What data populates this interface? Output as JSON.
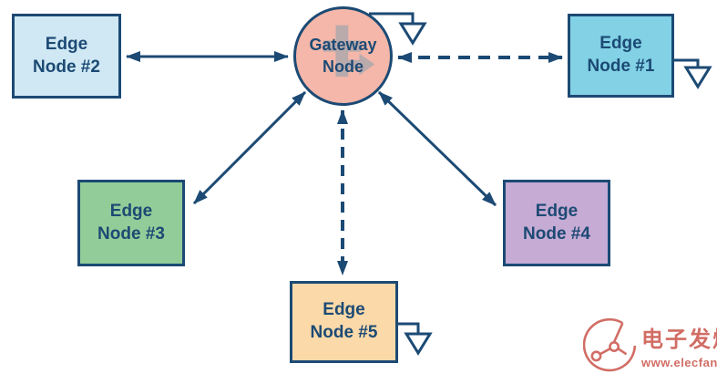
{
  "diagram": {
    "gateway": {
      "line1": "Gateway",
      "line2": "Node"
    },
    "edge_nodes": [
      {
        "id": "edge-node-2",
        "line1": "Edge",
        "line2": "Node #2",
        "fill": "#cfe8f3",
        "antenna": false
      },
      {
        "id": "edge-node-1",
        "line1": "Edge",
        "line2": "Node #1",
        "fill": "#82d1e5",
        "antenna": true
      },
      {
        "id": "edge-node-3",
        "line1": "Edge",
        "line2": "Node #3",
        "fill": "#92cd99",
        "antenna": false
      },
      {
        "id": "edge-node-4",
        "line1": "Edge",
        "line2": "Node #4",
        "fill": "#c6abd4",
        "antenna": false
      },
      {
        "id": "edge-node-5",
        "line1": "Edge",
        "line2": "Node #5",
        "fill": "#fbd9a9",
        "antenna": true
      }
    ],
    "gateway_antenna": true,
    "connections": [
      {
        "from": "gateway-node",
        "to": "edge-node-2",
        "style": "solid",
        "bidirectional": true
      },
      {
        "from": "gateway-node",
        "to": "edge-node-1",
        "style": "dashed",
        "bidirectional": true
      },
      {
        "from": "gateway-node",
        "to": "edge-node-3",
        "style": "solid",
        "bidirectional": true
      },
      {
        "from": "gateway-node",
        "to": "edge-node-4",
        "style": "solid",
        "bidirectional": true
      },
      {
        "from": "gateway-node",
        "to": "edge-node-5",
        "style": "dashed",
        "bidirectional": true
      }
    ],
    "colors": {
      "line": "#1c4a74",
      "text": "#1c4a74",
      "gateway_fill": "#f4b7a9",
      "gateway_icon": "#93a2ae"
    }
  },
  "watermark": {
    "site_name": "电子发烧友",
    "site_url": "www.elecfans.com",
    "color": "#c9544a"
  }
}
